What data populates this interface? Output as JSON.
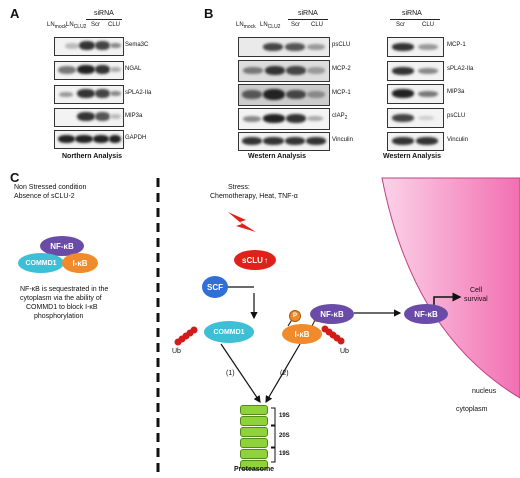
{
  "panel_a": {
    "letter": "A",
    "siRNA": "siRNA",
    "lanes": [
      "LN",
      "LN",
      "Scr",
      "CLU"
    ],
    "lane_subs": [
      "mock",
      "CLU2"
    ],
    "rows": [
      "Sema3C",
      "NGAL",
      "sPLA2-IIa",
      "MIP3a",
      "GAPDH"
    ],
    "caption": "Northern Analysis"
  },
  "panel_b": {
    "letter": "B",
    "siRNA": "siRNA",
    "lanes": [
      "LN",
      "LN",
      "Scr",
      "CLU"
    ],
    "lane_subs": [
      "mock",
      "CLU2"
    ],
    "rows": [
      "psCLU",
      "MCP-2",
      "MCP-1",
      "cIAP",
      "Vinculin"
    ],
    "row_sub": "2",
    "caption": "Western Analysis"
  },
  "panel_b2": {
    "siRNA": "siRNA",
    "lanes": [
      "Scr",
      "CLU"
    ],
    "rows": [
      "MCP-1",
      "sPLA2-IIa",
      "MIP3a",
      "psCLU",
      "Vinculin"
    ],
    "caption": "Western Analysis"
  },
  "panel_c": {
    "letter": "C",
    "left_title_1": "Non Stressed condition",
    "left_title_2": "Absence of sCLU-2",
    "nfkb": "NF-κB",
    "commd1": "COMMD1",
    "ikb": "I-κB",
    "left_text": [
      "NF-κB is sequestrated in the",
      "cytoplasm via the ability of",
      "COMMD1 to block I-κB",
      "phosphorylation"
    ],
    "stress_1": "Stress:",
    "stress_2": "Chemotherapy, Heat, TNF-α",
    "sclu": "sCLU",
    "scf": "SCF",
    "p": "P",
    "ub": "Ub",
    "path1": "(1)",
    "path2": "(2)",
    "proteasome": "Proteasome",
    "proteasome_labels": [
      "19S",
      "20S",
      "19S"
    ],
    "cell_survival_1": "Cell",
    "cell_survival_2": "survival",
    "nucleus": "nucleus",
    "cytoplasm": "cytoplasm"
  },
  "colors": {
    "nfkb": "#6a4ca8",
    "commd1": "#3dbfd6",
    "ikb": "#f08a2a",
    "sclu": "#e0201b",
    "scf": "#2f6fd6",
    "nucleus": "#f7b6d8",
    "proteasome": "#8fd23a"
  }
}
